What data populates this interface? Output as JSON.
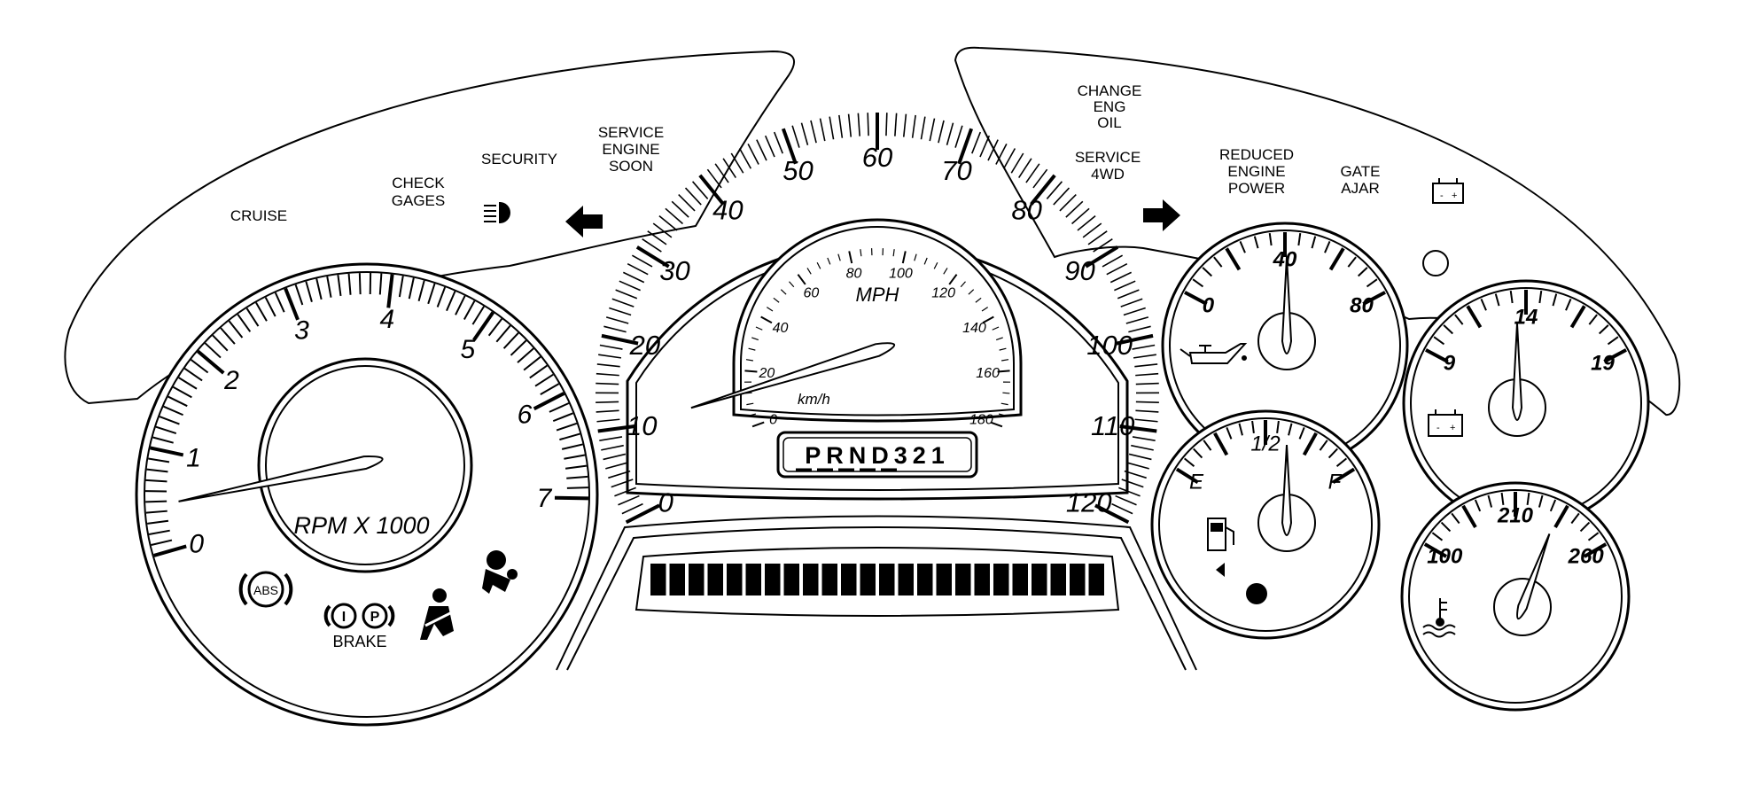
{
  "warnings": {
    "cruise": "CRUISE",
    "check_gages": [
      "CHECK",
      "GAGES"
    ],
    "security": "SECURITY",
    "service_engine_soon": [
      "SERVICE",
      "ENGINE",
      "SOON"
    ],
    "change_eng_oil": [
      "CHANGE",
      "ENG",
      "OIL"
    ],
    "service_4wd": [
      "SERVICE",
      "4WD"
    ],
    "reduced_engine_power": [
      "REDUCED",
      "ENGINE",
      "POWER"
    ],
    "gate_ajar": [
      "GATE",
      "AJAR"
    ],
    "abs": "ABS",
    "brake": "BRAKE",
    "brake_p": "P",
    "brake_i": "I"
  },
  "tachometer": {
    "labels": [
      "0",
      "1",
      "2",
      "3",
      "4",
      "5",
      "6",
      "7"
    ],
    "caption": "RPM X 1000",
    "reading": 0.15
  },
  "speedometer": {
    "mph_labels": [
      "0",
      "10",
      "20",
      "30",
      "40",
      "50",
      "60",
      "70",
      "80",
      "90",
      "100",
      "110",
      "120"
    ],
    "kmh_labels": [
      "0",
      "20",
      "40",
      "60",
      "80",
      "100",
      "120",
      "140",
      "160",
      "180"
    ],
    "unit": "MPH",
    "kmh_unit": "km/h",
    "reading": 5
  },
  "prndl": "PRND321",
  "odometer": {
    "segments": 24
  },
  "oil_pressure": {
    "labels": [
      "0",
      "40",
      "80"
    ],
    "reading": 40
  },
  "voltmeter": {
    "labels": [
      "9",
      "14",
      "19"
    ],
    "reading": 14
  },
  "fuel": {
    "labels": [
      "E",
      "1/2",
      "F"
    ],
    "reading": 0.5
  },
  "coolant": {
    "labels": [
      "100",
      "210",
      "260"
    ],
    "reading": 210
  }
}
